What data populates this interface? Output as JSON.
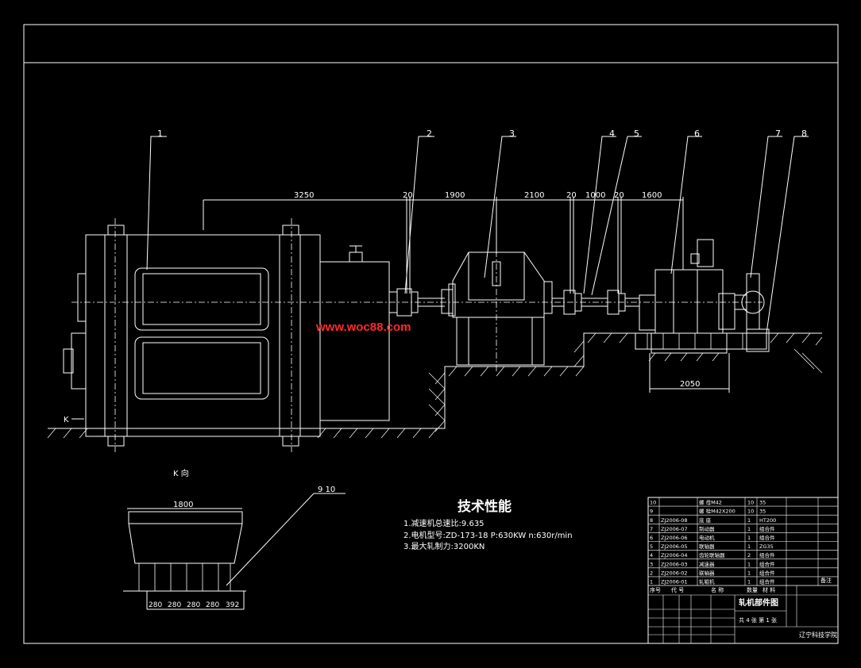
{
  "drawing": {
    "part_numbers": [
      "1",
      "2",
      "3",
      "4",
      "5",
      "6",
      "7",
      "8"
    ],
    "dimensions_top": [
      "3250",
      "20",
      "1900",
      "2100",
      "20",
      "1000",
      "20",
      "1600"
    ],
    "dimension_base": "2050",
    "view_label": "K",
    "view_k_title": "K 向",
    "view_k_width": "1800",
    "view_k_leader": "9  10",
    "view_k_spacing": [
      "280",
      "280",
      "280",
      "280",
      "392"
    ],
    "watermark": "www.woc88.com",
    "watermark_color": "#ff2a2a"
  },
  "tech": {
    "title": "技术性能",
    "line1": "1.减速机总速比:9.635",
    "line2": "2.电机型号:ZD-173-18    P:630KW      n:630r/min",
    "line3": "3.最大轧制力:3200KN"
  },
  "bom": {
    "rows": [
      {
        "no": "10",
        "code": "",
        "name": "螺  母M42",
        "qty": "10",
        "mat": "35"
      },
      {
        "no": "9",
        "code": "",
        "name": "螺  栓M42X200",
        "qty": "10",
        "mat": "35"
      },
      {
        "no": "8",
        "code": "ZJ2006-08",
        "name": "底  座",
        "qty": "1",
        "mat": "HT200"
      },
      {
        "no": "7",
        "code": "ZJ2006-07",
        "name": "制动器",
        "qty": "1",
        "mat": "组合件"
      },
      {
        "no": "6",
        "code": "ZJ2006-06",
        "name": "电动机",
        "qty": "1",
        "mat": "组合件"
      },
      {
        "no": "5",
        "code": "ZJ2006-05",
        "name": "联轴器",
        "qty": "1",
        "mat": "ZG35"
      },
      {
        "no": "4",
        "code": "ZJ2006-04",
        "name": "齿轮联轴器",
        "qty": "2",
        "mat": "组合件"
      },
      {
        "no": "3",
        "code": "ZJ2006-03",
        "name": "减速器",
        "qty": "1",
        "mat": "组合件"
      },
      {
        "no": "2",
        "code": "ZJ2006-02",
        "name": "联轴器",
        "qty": "1",
        "mat": "组合件"
      },
      {
        "no": "1",
        "code": "ZJ2006-01",
        "name": "轧辊机",
        "qty": "1",
        "mat": "组合件"
      }
    ],
    "header": {
      "no": "序号",
      "code": "代  号",
      "name": "名  称",
      "qty": "数量",
      "mat": "材  料",
      "note": "备注"
    },
    "title_name": "轧机部件图",
    "school": "辽宁科技学院",
    "sheet": "共 4 张  第 1 张"
  }
}
